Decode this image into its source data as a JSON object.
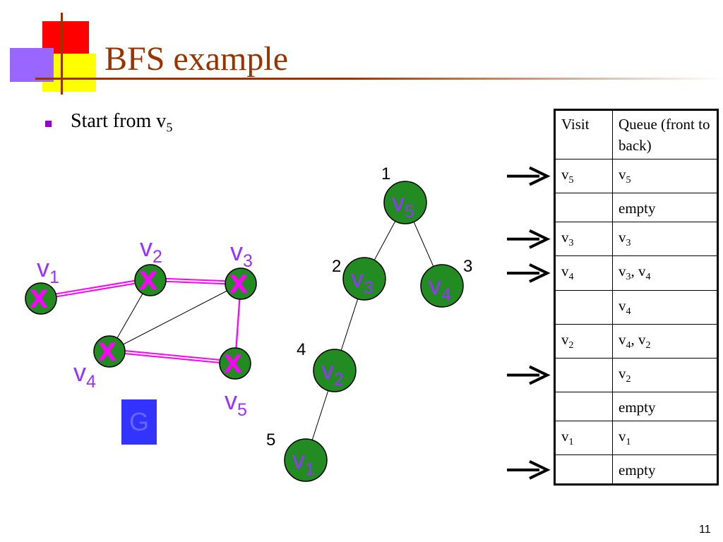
{
  "title": "BFS example",
  "bullet": {
    "text": "Start from v",
    "sub": "5"
  },
  "graph": {
    "label": "G",
    "nodes": [
      {
        "id": "v1",
        "name": "v",
        "sub": "1",
        "mark": "x"
      },
      {
        "id": "v2",
        "name": "v",
        "sub": "2",
        "mark": "x"
      },
      {
        "id": "v3",
        "name": "v",
        "sub": "3",
        "mark": "x"
      },
      {
        "id": "v4",
        "name": "v",
        "sub": "4",
        "mark": "x"
      },
      {
        "id": "v5",
        "name": "v",
        "sub": "5",
        "mark": "x"
      }
    ],
    "edges": [
      {
        "from": "v1",
        "to": "v2",
        "traversed": true
      },
      {
        "from": "v2",
        "to": "v3",
        "traversed": true
      },
      {
        "from": "v3",
        "to": "v5",
        "traversed": true
      },
      {
        "from": "v4",
        "to": "v5",
        "traversed": true
      },
      {
        "from": "v2",
        "to": "v4",
        "traversed": false
      },
      {
        "from": "v4",
        "to": "v3",
        "traversed": false
      }
    ]
  },
  "tree": {
    "nodes": [
      {
        "id": "t5",
        "name": "v",
        "sub": "5",
        "order": "1"
      },
      {
        "id": "t3",
        "name": "v",
        "sub": "3",
        "order": "2"
      },
      {
        "id": "t4",
        "name": "v",
        "sub": "4",
        "order": "3"
      },
      {
        "id": "t2",
        "name": "v",
        "sub": "2",
        "order": "4"
      },
      {
        "id": "t1",
        "name": "v",
        "sub": "1",
        "order": "5"
      }
    ],
    "edges": [
      {
        "from": "t5",
        "to": "t3"
      },
      {
        "from": "t5",
        "to": "t4"
      },
      {
        "from": "t3",
        "to": "t2"
      },
      {
        "from": "t2",
        "to": "t1"
      }
    ]
  },
  "table": {
    "headers": [
      "Visit",
      "Queue (front to back)"
    ],
    "rows": [
      {
        "visit": [
          [
            "v",
            "5"
          ]
        ],
        "queue": [
          [
            "v",
            "5"
          ]
        ],
        "arrow": true
      },
      {
        "visit": [],
        "queue": [
          [
            "empty",
            ""
          ]
        ],
        "arrow": false
      },
      {
        "visit": [
          [
            "v",
            "3"
          ]
        ],
        "queue": [
          [
            "v",
            "3"
          ]
        ],
        "arrow": true
      },
      {
        "visit": [
          [
            "v",
            "4"
          ]
        ],
        "queue": [
          [
            "v",
            "3"
          ],
          [
            "v",
            "4"
          ]
        ],
        "arrow": true
      },
      {
        "visit": [],
        "queue": [
          [
            "v",
            "4"
          ]
        ],
        "arrow": false
      },
      {
        "visit": [
          [
            "v",
            "2"
          ]
        ],
        "queue": [
          [
            "v",
            "4"
          ],
          [
            "v",
            "2"
          ]
        ],
        "arrow": false
      },
      {
        "visit": [],
        "queue": [
          [
            "v",
            "2"
          ]
        ],
        "arrow": true
      },
      {
        "visit": [],
        "queue": [
          [
            "empty",
            ""
          ]
        ],
        "arrow": false
      },
      {
        "visit": [
          [
            "v",
            "1"
          ]
        ],
        "queue": [
          [
            "v",
            "1"
          ]
        ],
        "arrow": false
      },
      {
        "visit": [],
        "queue": [
          [
            "empty",
            ""
          ]
        ],
        "arrow": true
      }
    ]
  },
  "page_number": "11",
  "colors": {
    "title": "#993300",
    "node_fill": "#228b22",
    "node_label": "#9933ff",
    "mark": "#ff00ff",
    "traversed_edge": "#ff00ff",
    "graph_label_bg": "#3333ff",
    "bullet": "#9900cc"
  }
}
